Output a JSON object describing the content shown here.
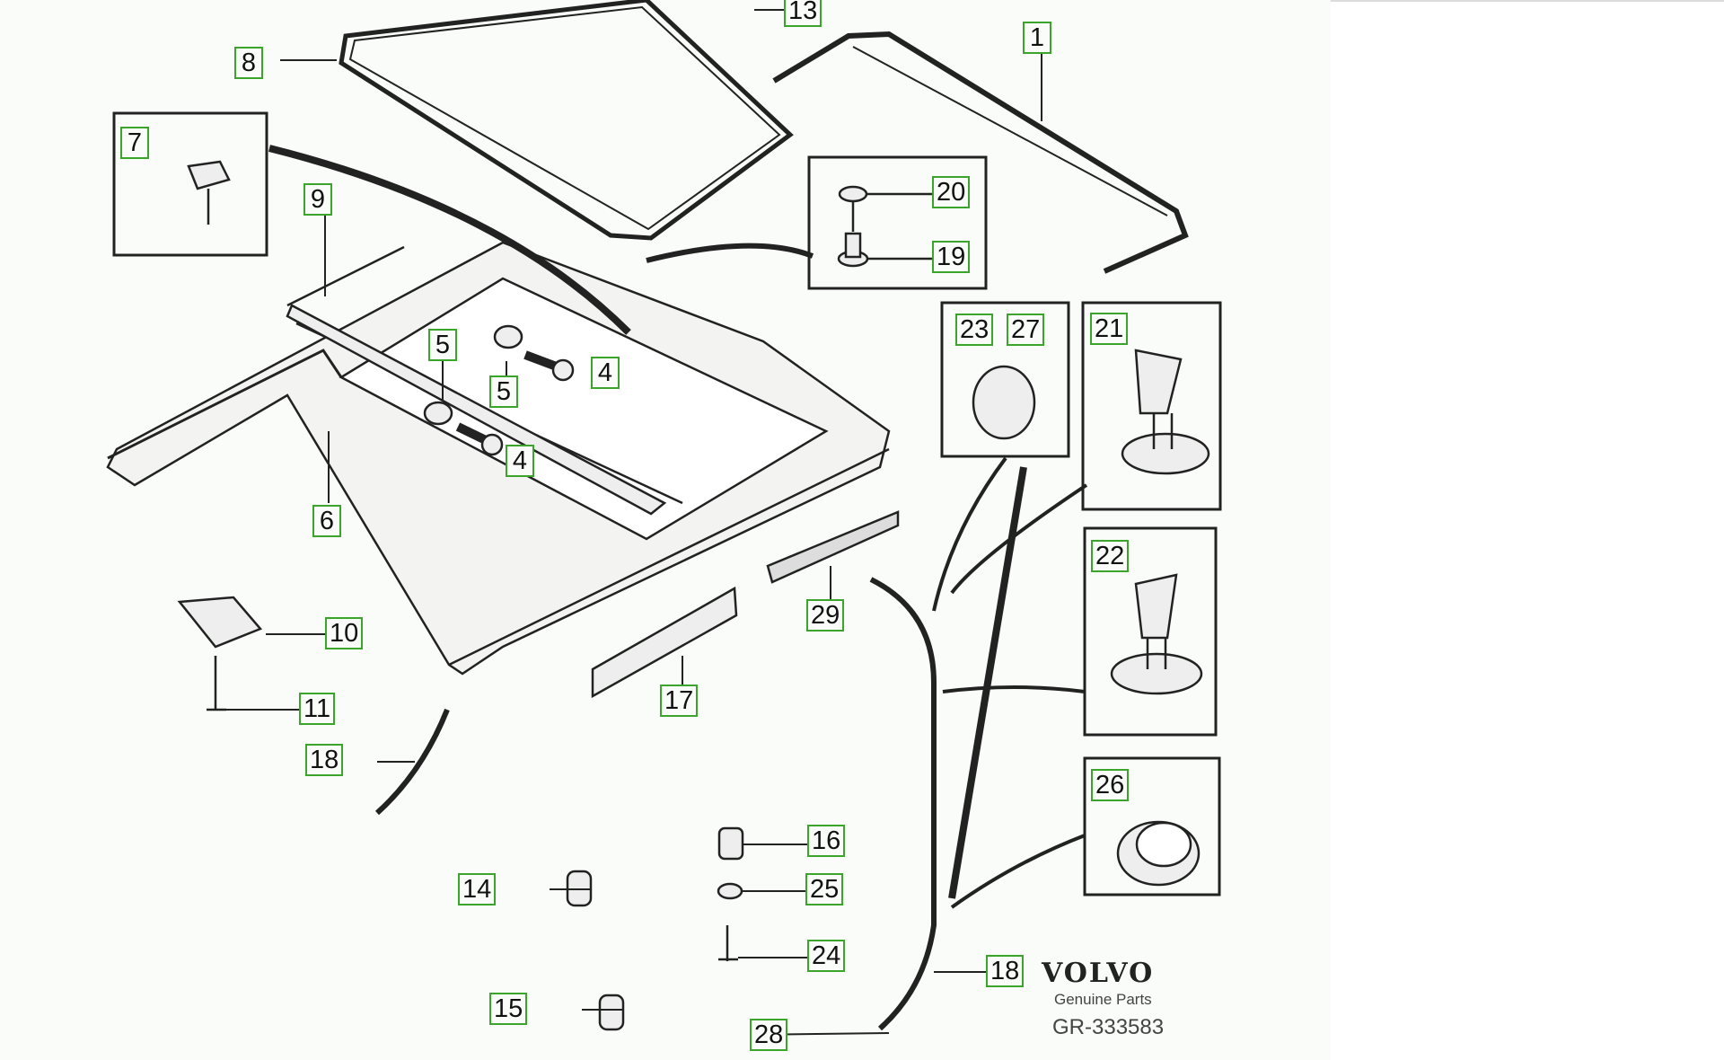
{
  "diagram": {
    "labels": {
      "l1": "1",
      "l4a": "4",
      "l4b": "4",
      "l5a": "5",
      "l5b": "5",
      "l6": "6",
      "l7": "7",
      "l8": "8",
      "l9": "9",
      "l10": "10",
      "l11": "11",
      "l13": "13",
      "l14": "14",
      "l15": "15",
      "l16": "16",
      "l17": "17",
      "l18a": "18",
      "l18b": "18",
      "l19": "19",
      "l20": "20",
      "l21": "21",
      "l22": "22",
      "l23": "23",
      "l24": "24",
      "l25": "25",
      "l26": "26",
      "l27": "27",
      "l28": "28",
      "l29": "29"
    },
    "brand": {
      "name": "VOLVO",
      "tagline": "Genuine Parts",
      "drawing_number": "GR-333583"
    },
    "accent_color": "#3aa52a"
  }
}
